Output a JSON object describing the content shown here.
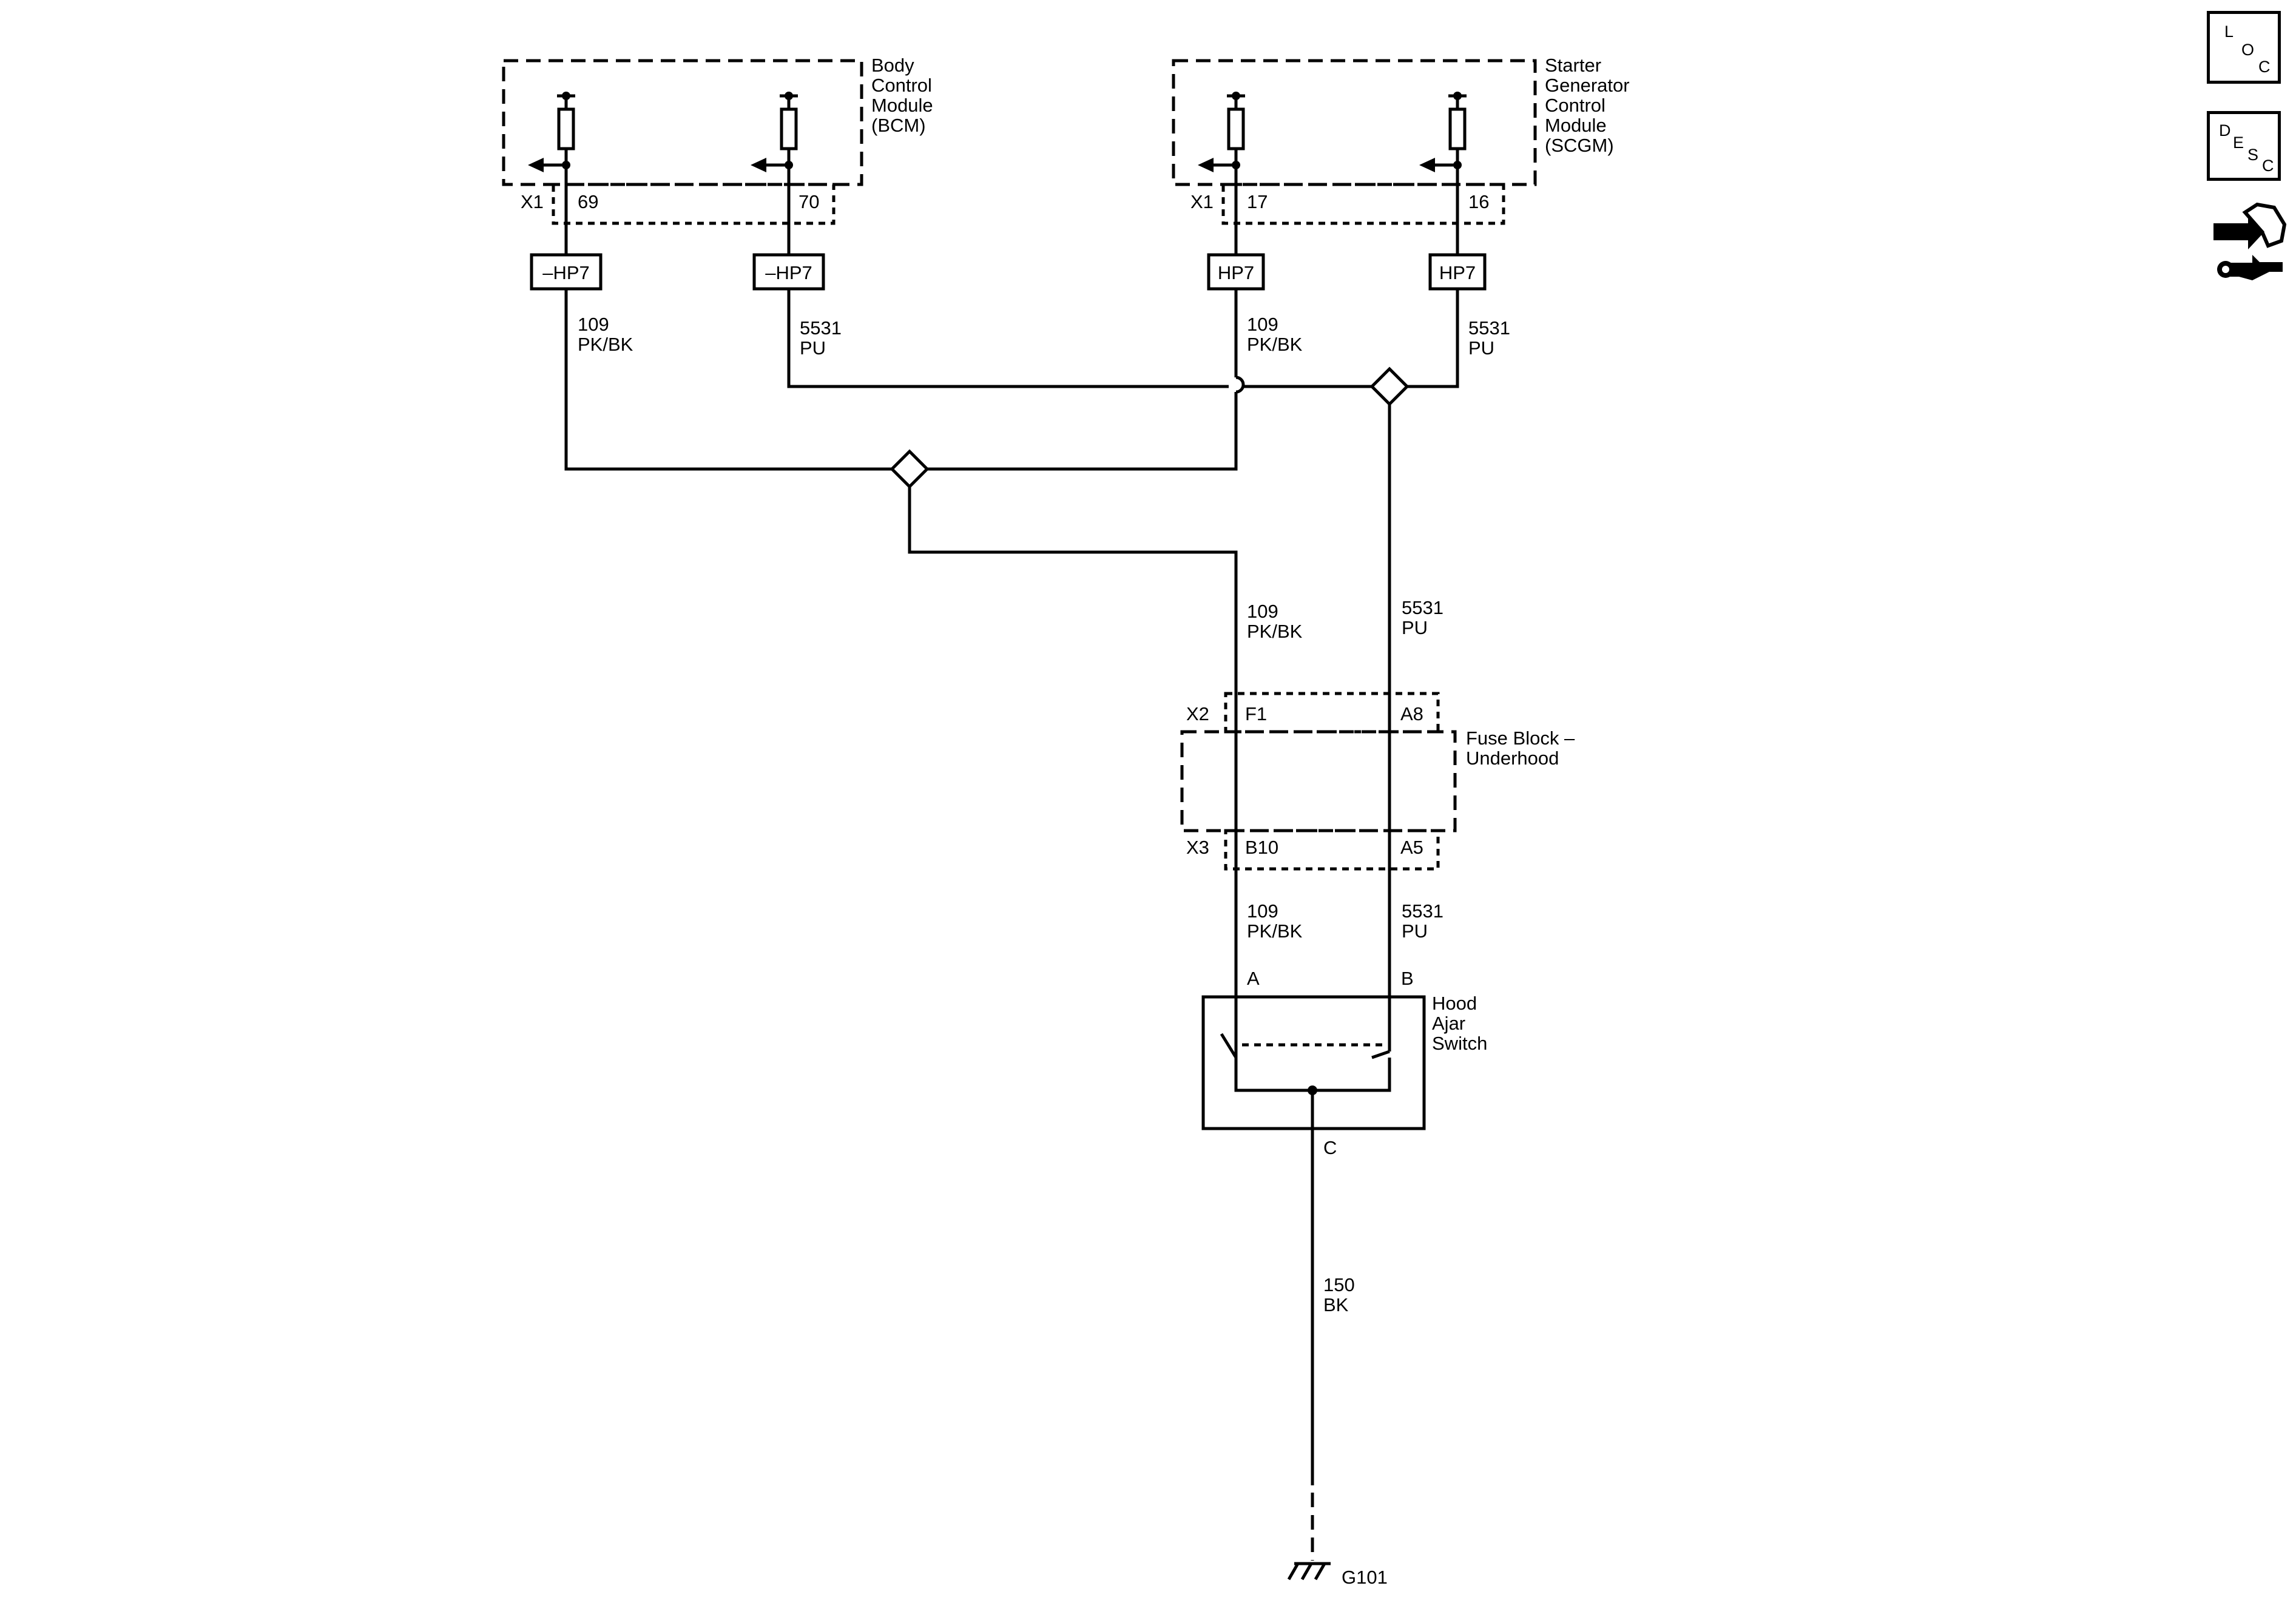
{
  "modules": {
    "bcm": {
      "name_lines": [
        "Body",
        "Control",
        "Module",
        "(BCM)"
      ],
      "connector": "X1",
      "pins": [
        "69",
        "70"
      ]
    },
    "scgm": {
      "name_lines": [
        "Starter",
        "Generator",
        "Control",
        "Module",
        "(SCGM)"
      ],
      "connector": "X1",
      "pins": [
        "17",
        "16"
      ]
    }
  },
  "hp7_labels": [
    "–HP7",
    "–HP7",
    "HP7",
    "HP7"
  ],
  "wires": {
    "pk": {
      "circuit": "109",
      "color": "PK/BK"
    },
    "pu": {
      "circuit": "5531",
      "color": "PU"
    },
    "bk": {
      "circuit": "150",
      "color": "BK"
    }
  },
  "fuse_block": {
    "name_lines": [
      "Fuse Block –",
      "Underhood"
    ],
    "top_connector": "X2",
    "top_pins": [
      "F1",
      "A8"
    ],
    "bottom_connector": "X3",
    "bottom_pins": [
      "B10",
      "A5"
    ]
  },
  "switch": {
    "name_lines": [
      "Hood",
      "Ajar",
      "Switch"
    ],
    "pin_a": "A",
    "pin_b": "B",
    "pin_c": "C"
  },
  "ground": {
    "label": "G101"
  },
  "side_icons": {
    "loc": [
      "L",
      "O",
      "C"
    ],
    "desc": [
      "D",
      "E",
      "S",
      "C"
    ],
    "connector_repair": "connector-repair-icon"
  }
}
